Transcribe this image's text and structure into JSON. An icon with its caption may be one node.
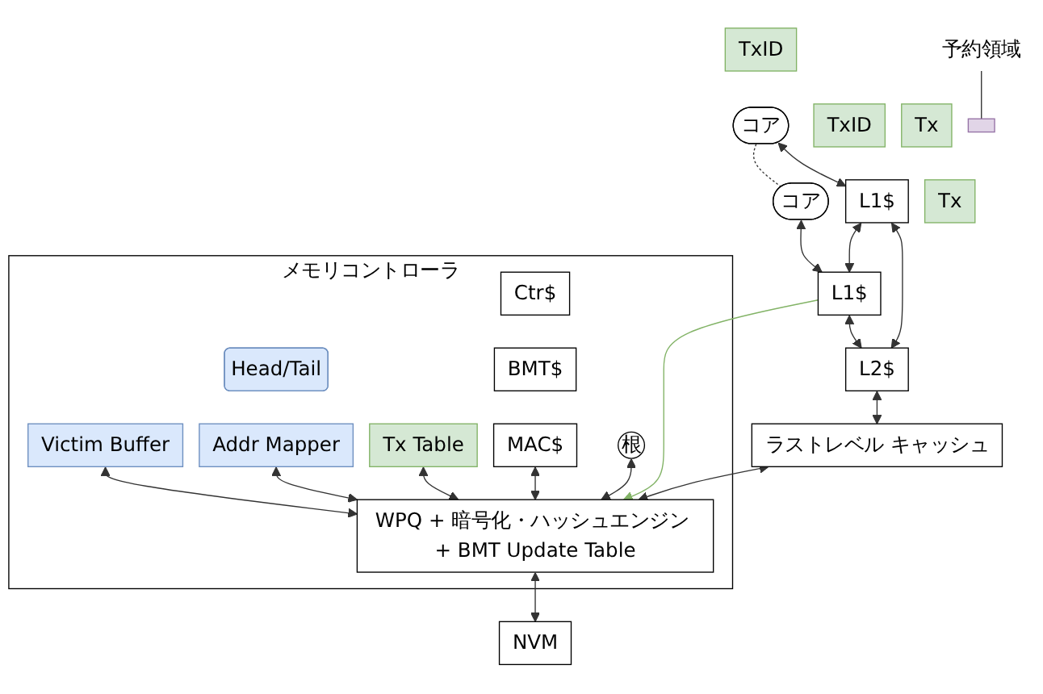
{
  "diagram": {
    "nodes": [
      {
        "text": [
          "TxID"
        ]
      },
      {
        "text": [
          "コア"
        ]
      },
      {
        "text": [
          "コア"
        ]
      },
      {
        "text": [
          "TxID"
        ]
      },
      {
        "text": [
          "Tx"
        ]
      },
      {
        "text": [
          "L1$"
        ]
      },
      {
        "text": [
          "L1$"
        ]
      },
      {
        "text": [
          "Tx"
        ]
      },
      {
        "text": [
          "L2$"
        ]
      },
      {
        "text": [
          "ラストレベル キャッシュ"
        ]
      },
      {
        "text": [
          "メモリコントローラ"
        ]
      },
      {
        "text": [
          "Victim Buffer"
        ],
        "in": 10
      },
      {
        "text": [
          "Head/Tail"
        ],
        "in": 10
      },
      {
        "text": [
          "Addr Mapper"
        ],
        "in": 10
      },
      {
        "text": [
          "Tx Table"
        ],
        "in": 10
      },
      {
        "text": [
          "Ctr$"
        ],
        "in": 10
      },
      {
        "text": [
          "BMT$"
        ],
        "in": 10
      },
      {
        "text": [
          "MAC$"
        ],
        "in": 10
      },
      {
        "text": [
          "根"
        ],
        "in": 10
      },
      {
        "text": [
          "WPQ + 暗号化・ハッシュエンジン + BMT Update Table"
        ],
        "in": 10
      },
      {
        "text": [
          "予約領域"
        ]
      },
      {
        "text": [],
        "shape": "box"
      },
      {
        "text": [
          "NVM"
        ]
      }
    ],
    "edges": [
      {
        "from": 1,
        "to": 2,
        "arrow": "none",
        "style": "dashed"
      },
      {
        "from": 1,
        "to": 5,
        "arrow": "both"
      },
      {
        "from": 2,
        "to": 6,
        "arrow": "both"
      },
      {
        "from": 5,
        "to": 6,
        "arrow": "both"
      },
      {
        "from": 5,
        "to": 8,
        "arrow": "both"
      },
      {
        "from": 6,
        "to": 8,
        "arrow": "both"
      },
      {
        "from": 6,
        "to": 19,
        "arrow": "to",
        "color": "#82b366"
      },
      {
        "from": 8,
        "to": 9,
        "arrow": "both"
      },
      {
        "from": 9,
        "to": 19,
        "arrow": "both"
      },
      {
        "from": 11,
        "to": 19,
        "arrow": "both"
      },
      {
        "from": 13,
        "to": 19,
        "arrow": "both"
      },
      {
        "from": 14,
        "to": 19,
        "arrow": "both"
      },
      {
        "from": 17,
        "to": 19,
        "arrow": "both"
      },
      {
        "from": 18,
        "to": 19,
        "arrow": "both"
      },
      {
        "from": 19,
        "to": 22,
        "arrow": "both"
      },
      {
        "from": 20,
        "to": 21,
        "arrow": "none"
      }
    ]
  }
}
